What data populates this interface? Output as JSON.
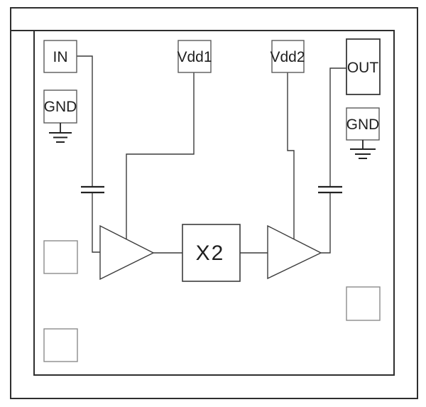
{
  "diagram_type": "circuit-block-schematic",
  "labels": {
    "pad_in": "IN",
    "pad_gnd_left": "GND",
    "pad_vdd1": "Vdd1",
    "pad_vdd2": "Vdd2",
    "pad_out": "OUT",
    "pad_gnd_right": "GND",
    "multiplier_block": "X2"
  },
  "symbols": [
    "amplifier-triangle-icon",
    "amplifier-triangle-icon",
    "capacitor-icon",
    "capacitor-icon",
    "ground-icon",
    "ground-icon",
    "bond-pad-square",
    "bond-pad-square",
    "bond-pad-square"
  ],
  "colors": {
    "background": "#ffffff",
    "border": "#2e2e2e",
    "line": "#3c3c3c",
    "pad_border": "#5a5a5a",
    "square_border": "#8c8c8c",
    "text": "#1f1f1f"
  }
}
